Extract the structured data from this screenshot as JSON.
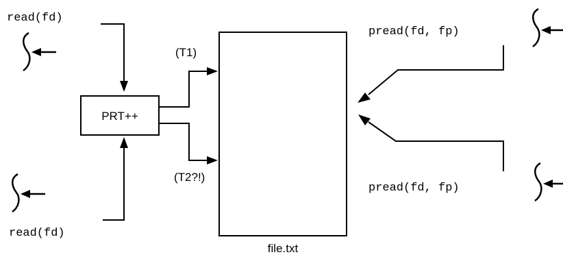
{
  "labels": {
    "read_top": "read(fd)",
    "read_bottom": "read(fd)",
    "pread_top": "pread(fd, fp)",
    "pread_bottom": "pread(fd, fp)",
    "counter": "PRT++",
    "t1": "(T1)",
    "t2": "(T2?!)",
    "file": "file.txt"
  }
}
